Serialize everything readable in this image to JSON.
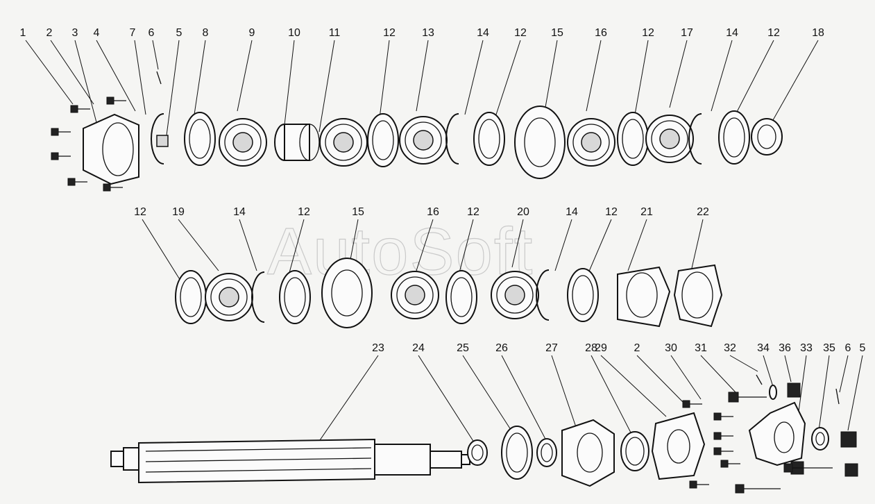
{
  "watermark": "AutoSoft",
  "callouts": {
    "row1": [
      "1",
      "2",
      "3",
      "4",
      "7",
      "6",
      "5",
      "8",
      "9",
      "10",
      "11",
      "12",
      "13",
      "14",
      "12",
      "15",
      "16",
      "12",
      "17",
      "14",
      "12",
      "18"
    ],
    "row2": [
      "12",
      "19",
      "14",
      "12",
      "15",
      "16",
      "12",
      "20",
      "14",
      "12",
      "21",
      "22"
    ],
    "row3": [
      "23",
      "24",
      "25",
      "26",
      "27",
      "28",
      "29",
      "2",
      "30",
      "31",
      "32",
      "34",
      "36",
      "33",
      "35",
      "6",
      "5"
    ]
  }
}
